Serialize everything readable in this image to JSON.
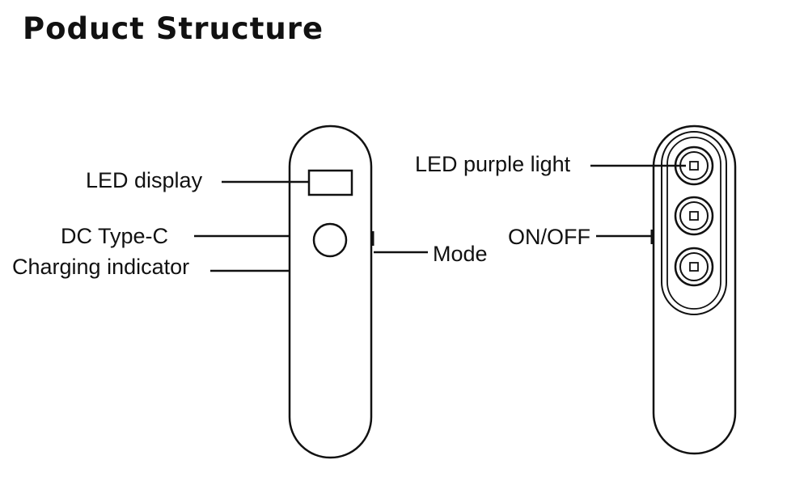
{
  "title": "Poduct Structure",
  "labels": {
    "led_display": "LED display",
    "dc_type_c": "DC Type-C",
    "charging_indicator": "Charging indicator",
    "mode": "Mode",
    "led_purple_light": "LED purple light",
    "on_off": "ON/OFF"
  }
}
